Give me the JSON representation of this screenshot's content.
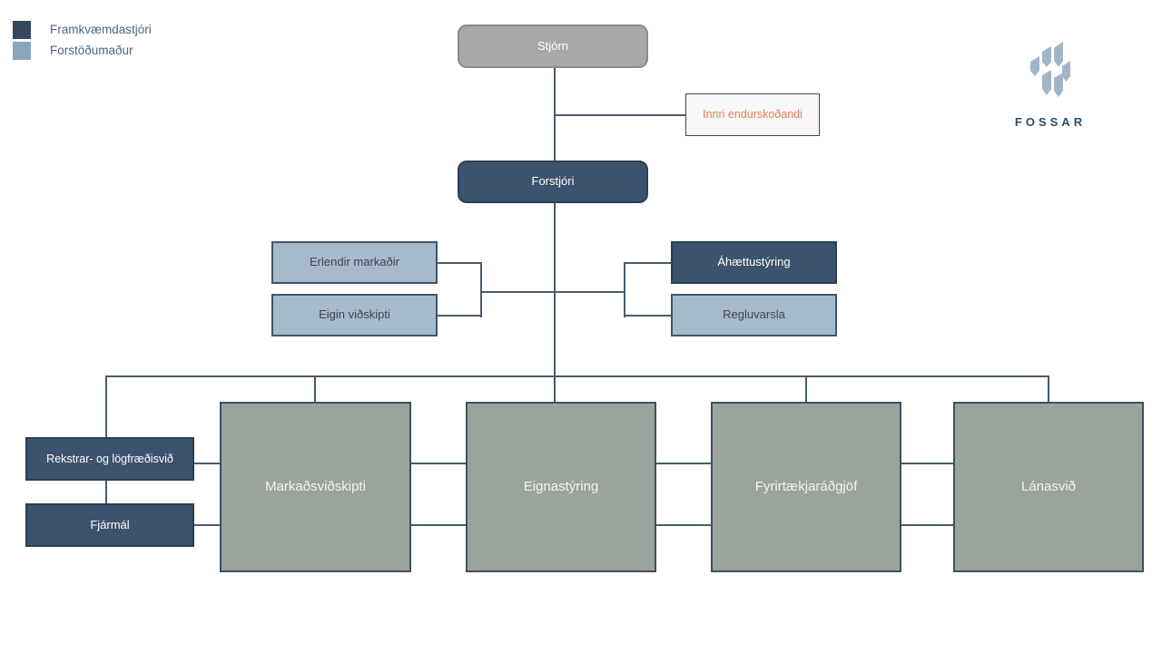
{
  "legend": {
    "items": [
      {
        "role": "executive",
        "label": "Framkvæmdastjóri",
        "color": "#33485C"
      },
      {
        "role": "director",
        "label": "Forstöðumaður",
        "color": "#8BA4BE"
      }
    ]
  },
  "logo": {
    "brand": "FOSSAR",
    "icon": "fossar-sails-icon",
    "brand_color": "#2E4B6B",
    "sail_color": "#A2B5C6"
  },
  "org": {
    "board": {
      "label": "Stjórn"
    },
    "internal_auditor": {
      "label": "Innri endurskoðandi"
    },
    "ceo": {
      "label": "Forstjóri"
    },
    "staff_left": [
      {
        "label": "Erlendir markaðir"
      },
      {
        "label": "Eigin viðskipti"
      }
    ],
    "staff_right": [
      {
        "label": "Áhættustýring"
      },
      {
        "label": "Regluvarsla"
      }
    ],
    "support": [
      {
        "label": "Rekstrar- og lögfræðisvið"
      },
      {
        "label": "Fjármál"
      }
    ],
    "divisions": [
      {
        "label": "Markaðsviðskipti"
      },
      {
        "label": "Eignastýring"
      },
      {
        "label": "Fyrirtækjaráðgjöf"
      },
      {
        "label": "Lánasvið"
      }
    ]
  },
  "colors": {
    "executive_fill": "#3B536D",
    "director_fill": "#A7BACB",
    "division_fill": "#9BA39D",
    "board_fill": "#A8A8A8",
    "connector": "#4A5C6E",
    "auditor_text": "#F0795B",
    "auditor_fill": "#F7F7F6"
  }
}
